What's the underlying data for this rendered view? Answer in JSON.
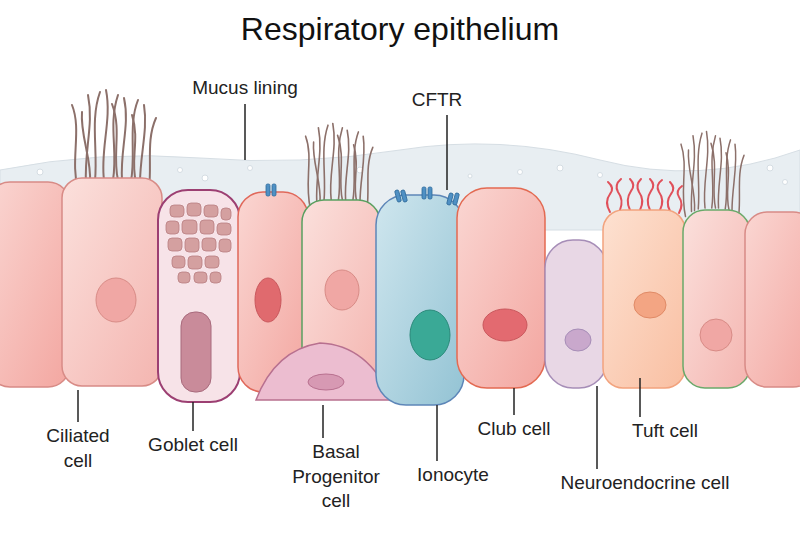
{
  "diagram": {
    "title": "Respiratory epithelium",
    "labels": [
      "Mucus lining",
      "CFTR",
      "Ciliated cell",
      "Goblet cell",
      "Basal Progenitor cell",
      "Ionocyte",
      "Club cell",
      "Neuroendocrine cell",
      "Tuft cell"
    ]
  }
}
